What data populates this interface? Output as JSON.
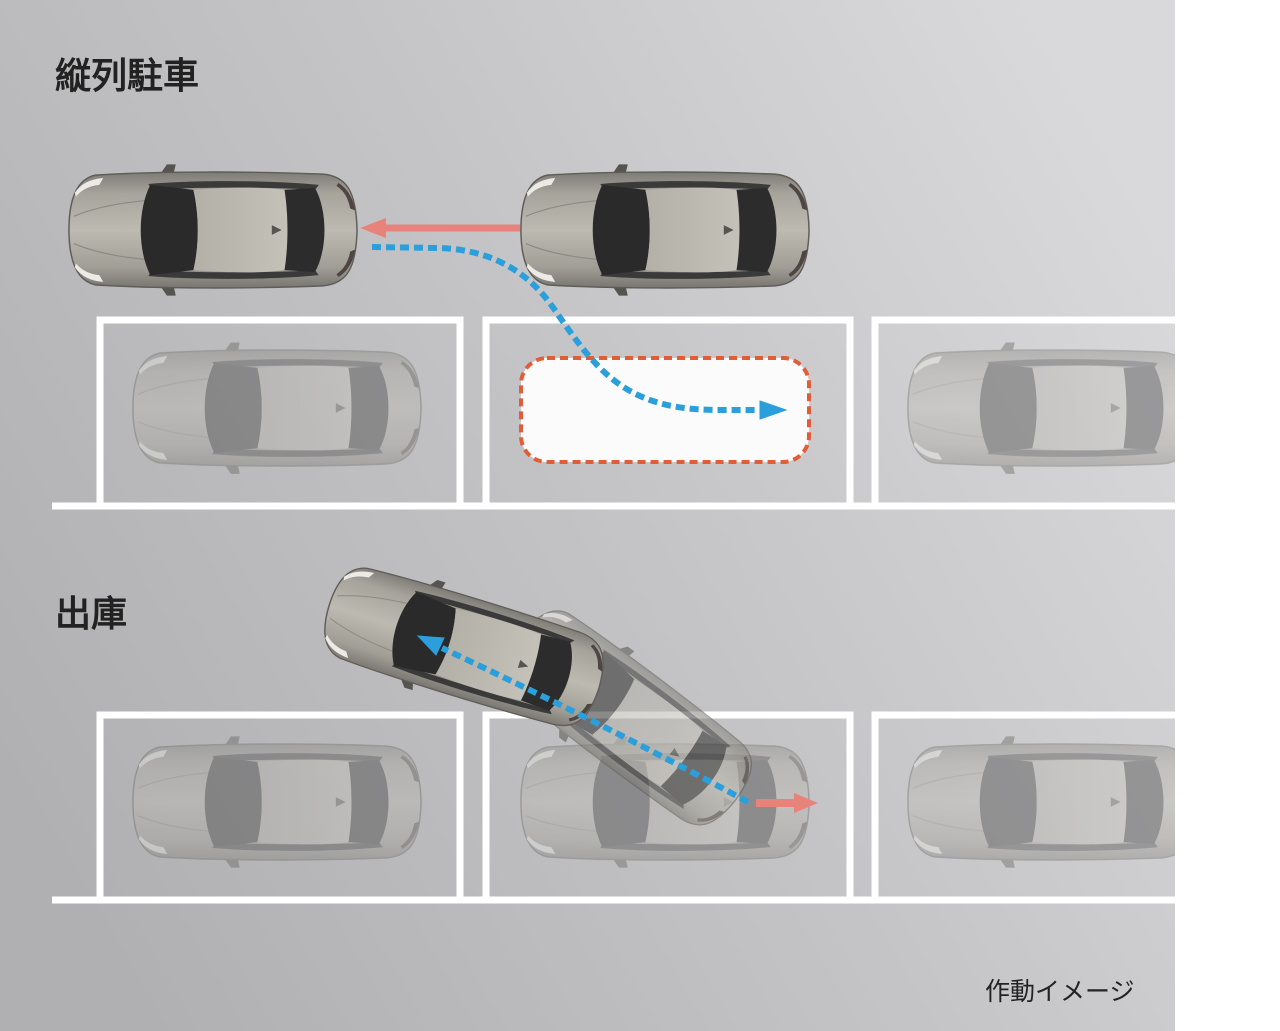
{
  "diagram": {
    "sections": [
      {
        "title": "縦列駐車"
      },
      {
        "title": "出庫"
      }
    ],
    "caption": "作動イメージ"
  },
  "colors": {
    "parking_lines": "#ffffff",
    "forward_arrow": "#e8837c",
    "reverse_path": "#2a9fdb",
    "target_outline": "#e15d37",
    "target_fill": "#fbfbfb",
    "text": "#222222"
  }
}
